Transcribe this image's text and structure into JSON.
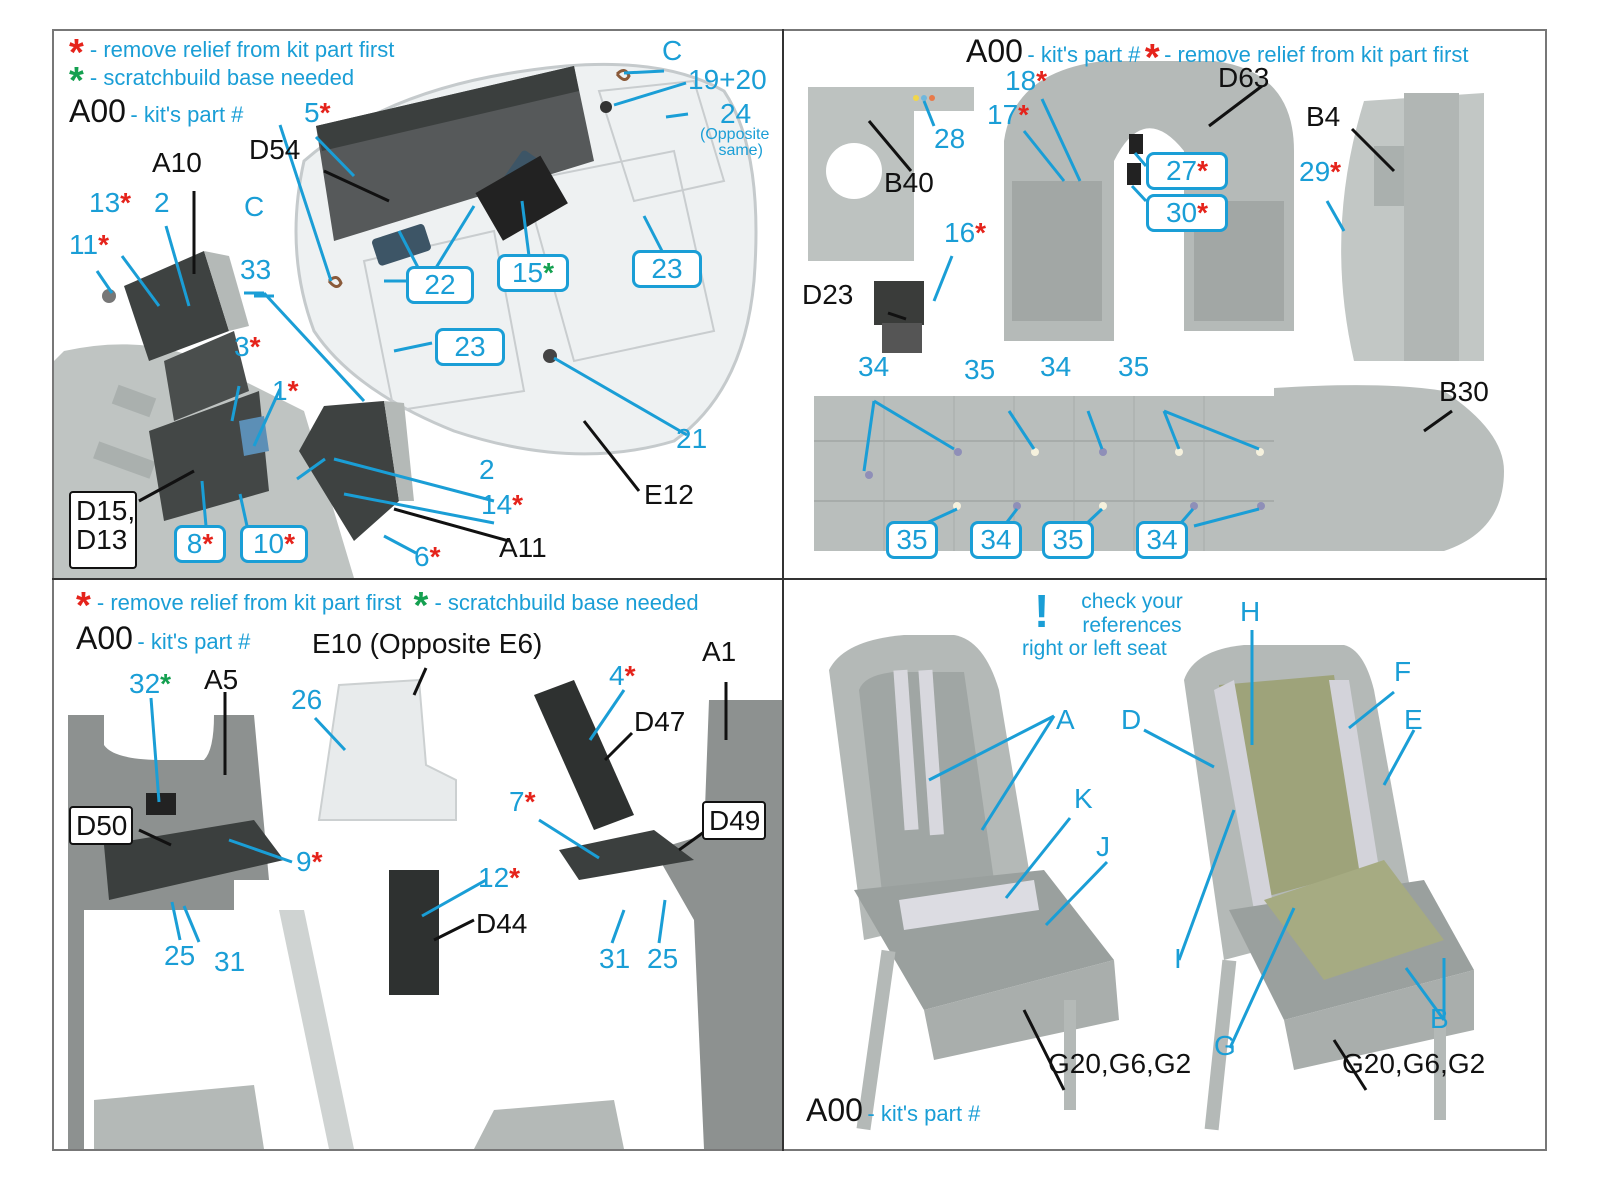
{
  "colors": {
    "callout_blue": "#1a9ed6",
    "red_star": "#e5231b",
    "green_star": "#14a050",
    "part_grey": "#b9bfbd",
    "panel_dark": "#3b3f3e",
    "seat_olive": "#9ea37a"
  },
  "legend": {
    "red_star_symbol": "*",
    "green_star_symbol": "*",
    "red_text": "- remove relief from kit part first",
    "green_text": "- scratchbuild base needed",
    "kit_code": "A00",
    "kit_text": "- kit's part #",
    "exclaim": "!",
    "check_line1": "check your",
    "check_line2": "references",
    "check_line3": "right or left seat"
  },
  "panel1": {
    "callouts": {
      "n5": "5",
      "n13": "13",
      "n11": "11",
      "n2a": "2",
      "n3": "3",
      "n1": "1",
      "n2b": "2",
      "n14": "14",
      "n6": "6",
      "n8": "8",
      "n10": "10",
      "n22": "22",
      "n15": "15",
      "n23a": "23",
      "n23b": "23",
      "n21": "21",
      "n33": "33",
      "c1": "C",
      "c2": "C",
      "n1920": "19+20",
      "n24": "24",
      "opposite1": "(Opposite",
      "opposite2": "same)"
    },
    "parts": {
      "D54": "D54",
      "A10": "A10",
      "E12": "E12",
      "A11": "A11",
      "D15": "D15,",
      "D13": "D13"
    }
  },
  "panel2": {
    "callouts": {
      "n28": "28",
      "n18": "18",
      "n17": "17",
      "n27": "27",
      "n30": "30",
      "n16": "16",
      "n29": "29",
      "top34a": "34",
      "top35a": "35",
      "top34b": "34",
      "top35b": "35",
      "box35a": "35",
      "box34a": "34",
      "box35b": "35",
      "box34b": "34"
    },
    "parts": {
      "D63": "D63",
      "B40": "B40",
      "B4": "B4",
      "D23": "D23",
      "B30": "B30"
    }
  },
  "panel3": {
    "callouts": {
      "n32": "32",
      "n26": "26",
      "n4": "4",
      "n7": "7",
      "n9": "9",
      "n12": "12",
      "n25a": "25",
      "n31a": "31",
      "n31b": "31",
      "n25b": "25"
    },
    "parts": {
      "E10": "E10 (Opposite E6)",
      "A5": "A5",
      "A1": "A1",
      "D47": "D47",
      "D50": "D50",
      "D49": "D49",
      "D44": "D44"
    }
  },
  "panel4": {
    "callouts": {
      "A": "A",
      "K": "K",
      "J": "J",
      "H": "H",
      "D": "D",
      "F": "F",
      "E": "E",
      "I": "I",
      "G": "G",
      "B": "B"
    },
    "parts": {
      "G_left": "G20,G6,G2",
      "G_right": "G20,G6,G2"
    }
  }
}
